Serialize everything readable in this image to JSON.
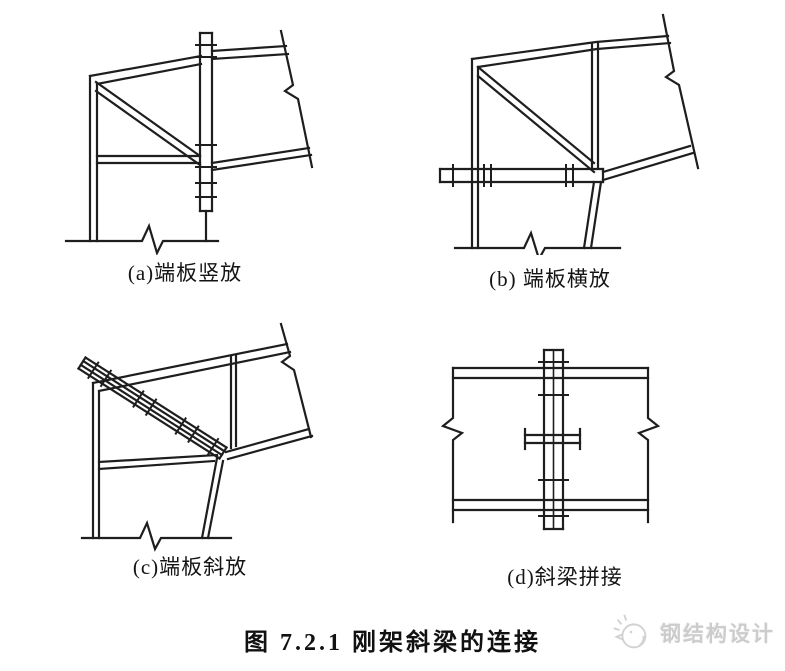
{
  "figure": {
    "panels": [
      {
        "id": "a",
        "label": "(a)端板竖放"
      },
      {
        "id": "b",
        "label": "(b) 端板横放"
      },
      {
        "id": "c",
        "label": "(c)端板斜放"
      },
      {
        "id": "d",
        "label": "(d)斜梁拼接"
      }
    ],
    "caption": "图 7.2.1  刚架斜梁的连接",
    "watermark": {
      "text": "钢结构设计",
      "logo_icon": "bird-logo-icon",
      "color": "#cccccc"
    },
    "line_color": "#1e1e1e",
    "background_color": "#ffffff"
  }
}
